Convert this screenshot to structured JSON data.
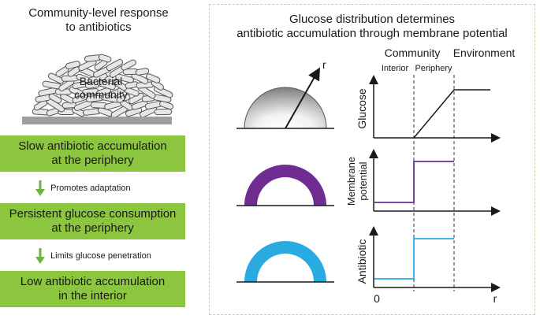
{
  "left": {
    "title_line1": "Community-level response",
    "title_line2": "to antibiotics",
    "community_label_line1": "Bacterial",
    "community_label_line2": "community",
    "box1_line1": "Slow antibiotic accumulation",
    "box1_line2": "at the periphery",
    "arrow1_label": "Promotes adaptation",
    "box2_line1": "Persistent glucose consumption",
    "box2_line2": "at the periphery",
    "arrow2_label": "Limits glucose penetration",
    "box3_line1": "Low antibiotic accumulation",
    "box3_line2": "in the interior"
  },
  "right": {
    "title_line1": "Glucose distribution determines",
    "title_line2": "antibiotic accumulation through membrane potential",
    "radius_label": "r",
    "header_community": "Community",
    "header_environment": "Environment",
    "header_interior": "Interior",
    "header_periphery": "Periphery",
    "ylabel_glucose": "Glucose",
    "ylabel_membrane_line1": "Membrane",
    "ylabel_membrane_line2": "potential",
    "ylabel_antibiotic": "Antibiotic",
    "x_origin": "0",
    "x_axis": "r"
  },
  "colors": {
    "green_box": "#8cc63f",
    "green_arrow": "#6db33f",
    "purple": "#6f2c91",
    "cyan": "#29aae1",
    "dashed_border": "#c8cfa8"
  }
}
